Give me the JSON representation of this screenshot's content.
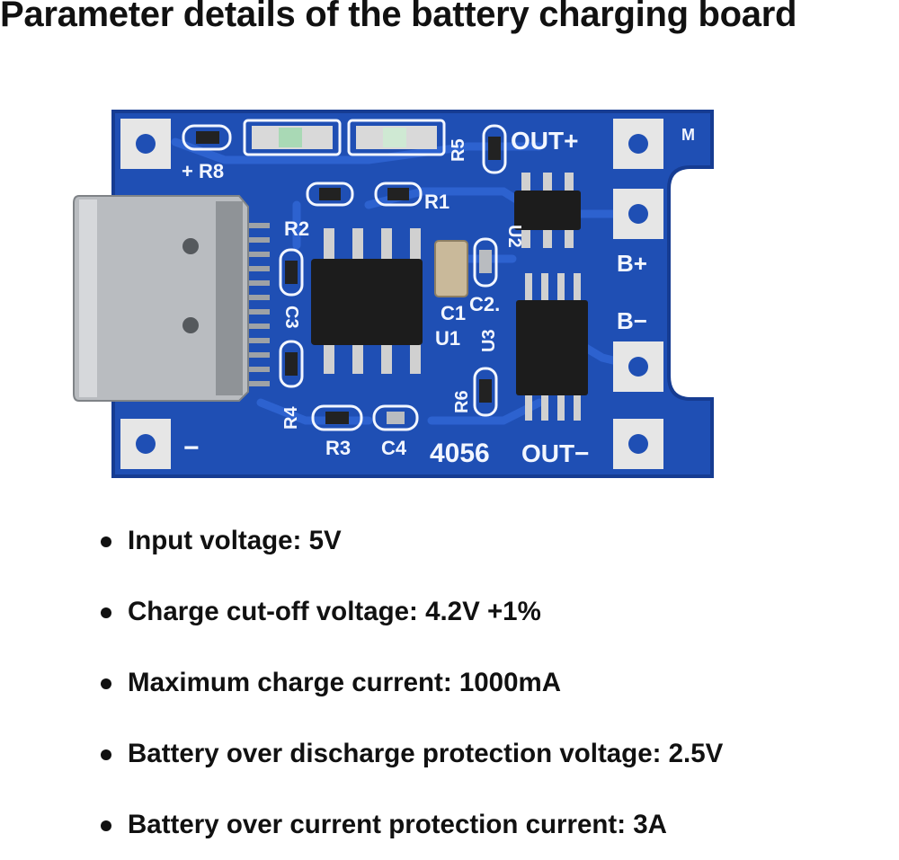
{
  "title": "Parameter details of the battery charging board",
  "board": {
    "silkscreen": {
      "plus_r8": "+ R8",
      "r2": "R2",
      "r1": "R1",
      "r5": "R5",
      "out_plus": "OUT+",
      "m_mark": "M",
      "u2": "U2",
      "b_plus": "B+",
      "b_minus": "B−",
      "c3": "C3",
      "c1": "C1",
      "c2": "C2.",
      "u1": "U1",
      "u3": "U3",
      "r4": "R4",
      "r6": "R6",
      "r3": "R3",
      "c4": "C4",
      "part_number": "4056",
      "out_minus": "OUT−",
      "minus": "−"
    },
    "colors": {
      "pcb": "#1f4fb4",
      "pcb_dark": "#163c92",
      "pad": "#e6e6e6",
      "chip": "#1c1c1c",
      "usb": "#b9bcc0"
    }
  },
  "specs": [
    "Input voltage: 5V",
    "Charge cut-off voltage: 4.2V +1%",
    "Maximum charge current: 1000mA",
    "Battery over discharge protection voltage: 2.5V",
    "Battery over current protection current: 3A"
  ]
}
